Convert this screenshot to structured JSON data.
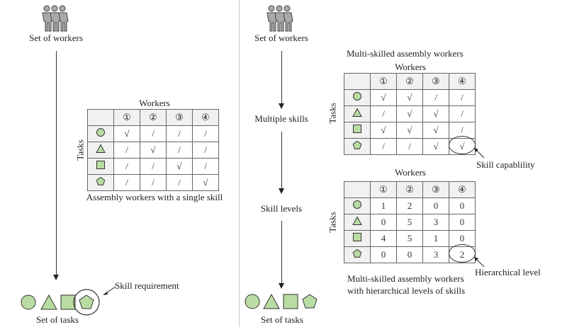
{
  "left_panel": {
    "workers_label": "Set of workers",
    "table_title": "Workers",
    "row_axis_label": "Tasks",
    "caption": "Assembly workers with a single skill",
    "columns": [
      "①",
      "②",
      "③",
      "④"
    ],
    "rows": [
      {
        "task": "circle",
        "cells": [
          "√",
          "/",
          "/",
          "/"
        ]
      },
      {
        "task": "triangle",
        "cells": [
          "/",
          "√",
          "/",
          "/"
        ]
      },
      {
        "task": "square",
        "cells": [
          "/",
          "/",
          "√",
          "/"
        ]
      },
      {
        "task": "pentagon",
        "cells": [
          "/",
          "/",
          "/",
          "√"
        ]
      }
    ],
    "annotation": "Skill requirement",
    "tasks_label": "Set of tasks"
  },
  "right_panel": {
    "workers_label": "Set of workers",
    "step1_label": "Multiple skills",
    "step2_label": "Skill levels",
    "tasks_label": "Set of tasks",
    "table1": {
      "caption_top": "Multi-skilled assembly workers",
      "title": "Workers",
      "row_axis_label": "Tasks",
      "columns": [
        "①",
        "②",
        "③",
        "④"
      ],
      "rows": [
        {
          "task": "circle",
          "cells": [
            "√",
            "√",
            "/",
            "/"
          ]
        },
        {
          "task": "triangle",
          "cells": [
            "/",
            "√",
            "√",
            "/"
          ]
        },
        {
          "task": "square",
          "cells": [
            "√",
            "√",
            "√",
            "/"
          ]
        },
        {
          "task": "pentagon",
          "cells": [
            "/",
            "/",
            "√",
            "√"
          ]
        }
      ],
      "annotation": "Skill capablility"
    },
    "table2": {
      "title": "Workers",
      "row_axis_label": "Tasks",
      "columns": [
        "①",
        "②",
        "③",
        "④"
      ],
      "rows": [
        {
          "task": "circle",
          "cells": [
            "1",
            "2",
            "0",
            "0"
          ]
        },
        {
          "task": "triangle",
          "cells": [
            "0",
            "5",
            "3",
            "0"
          ]
        },
        {
          "task": "square",
          "cells": [
            "4",
            "5",
            "1",
            "0"
          ]
        },
        {
          "task": "pentagon",
          "cells": [
            "0",
            "0",
            "3",
            "2"
          ]
        }
      ],
      "annotation": "Hierarchical level",
      "caption_line1": "Multi-skilled assembly workers",
      "caption_line2": "with hierarchical levels of skills"
    }
  },
  "colors": {
    "shape_fill": "#b9dca3",
    "shape_stroke": "#3a3a3a",
    "worker_fill": "#a9a9a9",
    "header_bg": "#f1f1f1"
  }
}
